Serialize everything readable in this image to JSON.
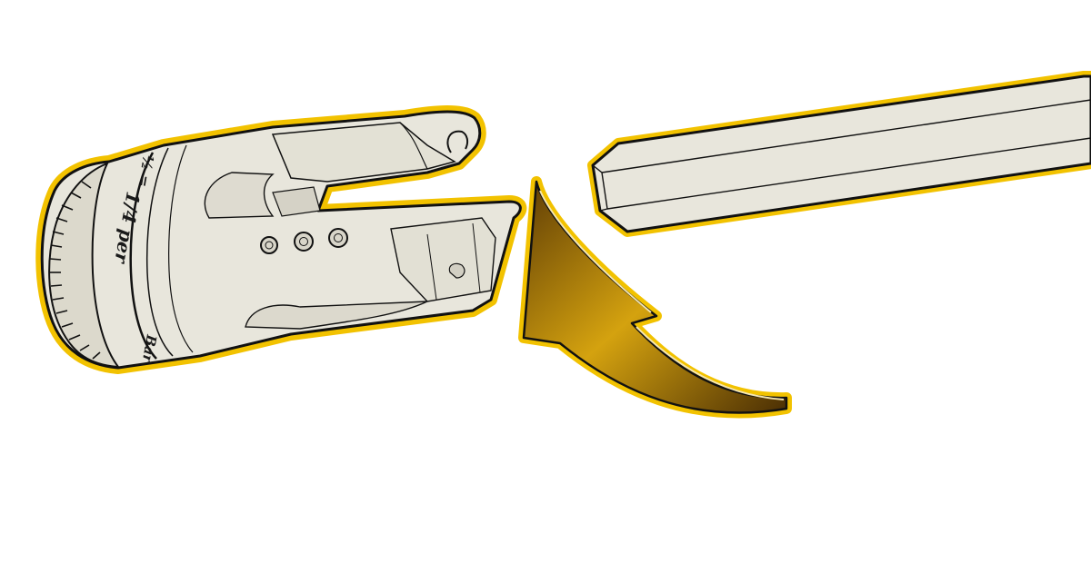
{
  "illustration": {
    "engraving_main": "1/4 per",
    "engraving_top": "½ =",
    "engraving_bottom": "Bar",
    "colors": {
      "body_fill": "#e8e6dc",
      "outline_glow": "#f2c200",
      "arrow_dark": "#5e3c05",
      "arrow_light": "#d4a20f",
      "line": "#111111"
    },
    "parts": [
      "driver-bit-socket",
      "hex-shaft",
      "insertion-arrow"
    ],
    "hole_count": 3
  }
}
